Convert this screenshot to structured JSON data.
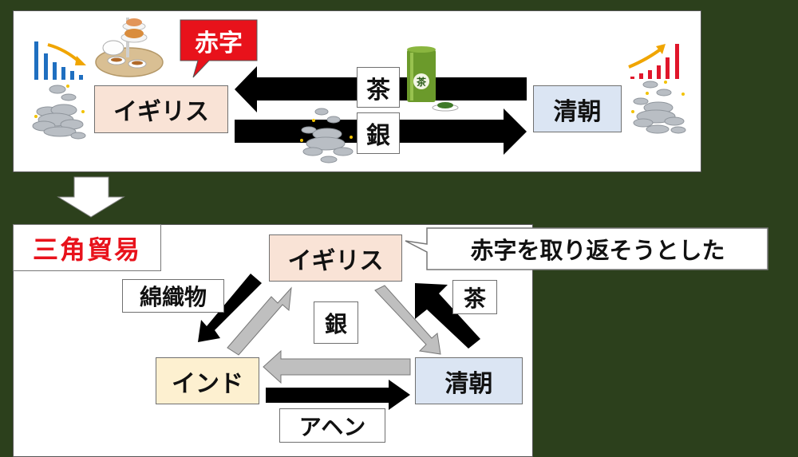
{
  "colors": {
    "background": "#2c401c",
    "britain_box": "#f9e3d6",
    "qing_box": "#dbe5f3",
    "india_box": "#fdf0d0",
    "deficit_red": "#e8121b",
    "title_red": "#e8121b",
    "black_arrow": "#000000",
    "gray_arrow": "#bfbfbf"
  },
  "top_panel": {
    "britain_label": "イギリス",
    "qing_label": "清朝",
    "deficit_callout": "赤字",
    "tea_label": "茶",
    "silver_label": "銀",
    "tea_can_label": "茶"
  },
  "transition_arrow": "down-arrow",
  "bottom_panel": {
    "title": "三角貿易",
    "britain_label": "イギリス",
    "india_label": "インド",
    "qing_label": "清朝",
    "callout": "赤字を取り返そうとした",
    "cotton_label": "綿織物",
    "silver_label": "銀",
    "tea_label": "茶",
    "opium_label": "アヘン"
  }
}
